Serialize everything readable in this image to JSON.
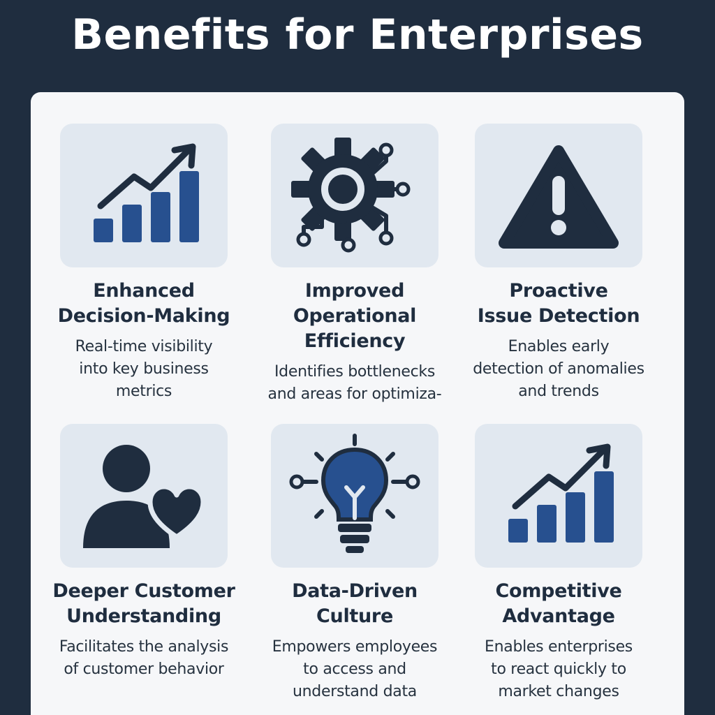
{
  "page": {
    "title": "Benefits for Enterprises",
    "colors": {
      "background": "#1f2d3f",
      "panel": "#f6f7f9",
      "icon_tile": "#e1e8f0",
      "dark_icon": "#1f2d3f",
      "accent_blue": "#27508f"
    }
  },
  "cards": [
    {
      "icon": "bar-chart-trend-up-icon",
      "title_line1": "Enhanced",
      "title_line2": "Decision-Making",
      "desc_lines": [
        "Real-time visibility",
        "into key business",
        "metrics"
      ]
    },
    {
      "icon": "gear-circuit-icon",
      "title_line1": "Improved",
      "title_line2": "Operational",
      "title_line3": "Efficiency",
      "desc_lines": [
        "Identifies bottlenecks",
        "and areas for optimiza-"
      ]
    },
    {
      "icon": "warning-triangle-icon",
      "title_line1": "Proactive",
      "title_line2": "Issue Detection",
      "desc_lines": [
        "Enables early",
        "detection of anomalies",
        "and trends"
      ]
    },
    {
      "icon": "person-heart-icon",
      "title_line1": "Deeper Customer",
      "title_line2": "Understanding",
      "desc_lines": [
        "Facilitates the analysis",
        "of customer behavior"
      ]
    },
    {
      "icon": "lightbulb-icon",
      "title_line1": "Data-Driven",
      "title_line2": "Culture",
      "desc_lines": [
        "Empowers employees",
        "to access and",
        "understand data"
      ]
    },
    {
      "icon": "bar-chart-trend-up-icon",
      "title_line1": "Competitive",
      "title_line2": "Advantage",
      "desc_lines": [
        "Enables enterprises",
        "to react quickly to",
        "market changes"
      ]
    }
  ]
}
